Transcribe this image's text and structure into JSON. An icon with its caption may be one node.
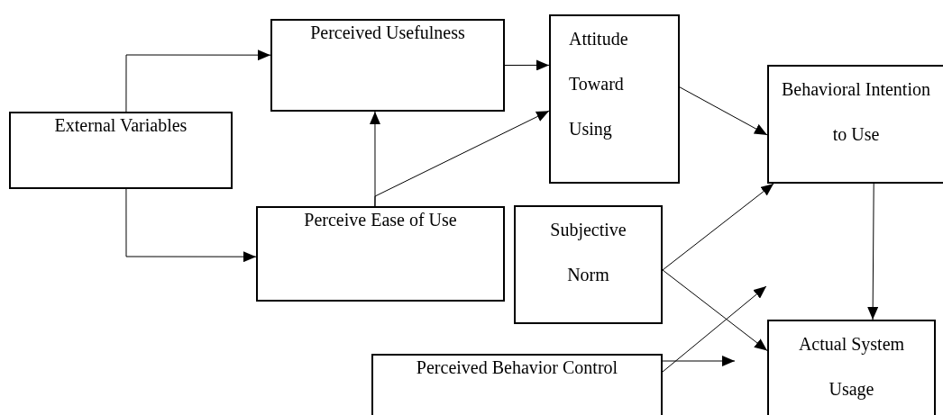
{
  "diagram": {
    "nodes": [
      {
        "text": [
          "External Variables"
        ]
      },
      {
        "text": [
          "Perceived Usefulness"
        ]
      },
      {
        "text": [
          "Attitude Toward Using"
        ]
      },
      {
        "text": [
          "Behavioral Intention to Use"
        ]
      },
      {
        "text": [
          "Perceive Ease of Use"
        ]
      },
      {
        "text": [
          "Subjective Norm"
        ]
      },
      {
        "text": [
          "Perceived Behavior Control"
        ]
      },
      {
        "text": [
          "Actual System Usage"
        ]
      }
    ],
    "edges": [
      {
        "from": 0,
        "to": 1,
        "arrow": "to"
      },
      {
        "from": 0,
        "to": 4,
        "arrow": "to"
      },
      {
        "from": 1,
        "to": 2,
        "arrow": "to"
      },
      {
        "from": 4,
        "to": 1,
        "arrow": "to"
      },
      {
        "from": 4,
        "to": 2,
        "arrow": "to"
      },
      {
        "from": 2,
        "to": 3,
        "arrow": "to"
      },
      {
        "from": 3,
        "to": 7,
        "arrow": "to"
      },
      {
        "from": 5,
        "to": 3,
        "arrow": "to"
      },
      {
        "from": 5,
        "to": 7,
        "arrow": "to"
      },
      {
        "from": 6,
        "to": null,
        "arrow": "to"
      },
      {
        "from": 6,
        "to": null,
        "arrow": "to"
      }
    ]
  }
}
